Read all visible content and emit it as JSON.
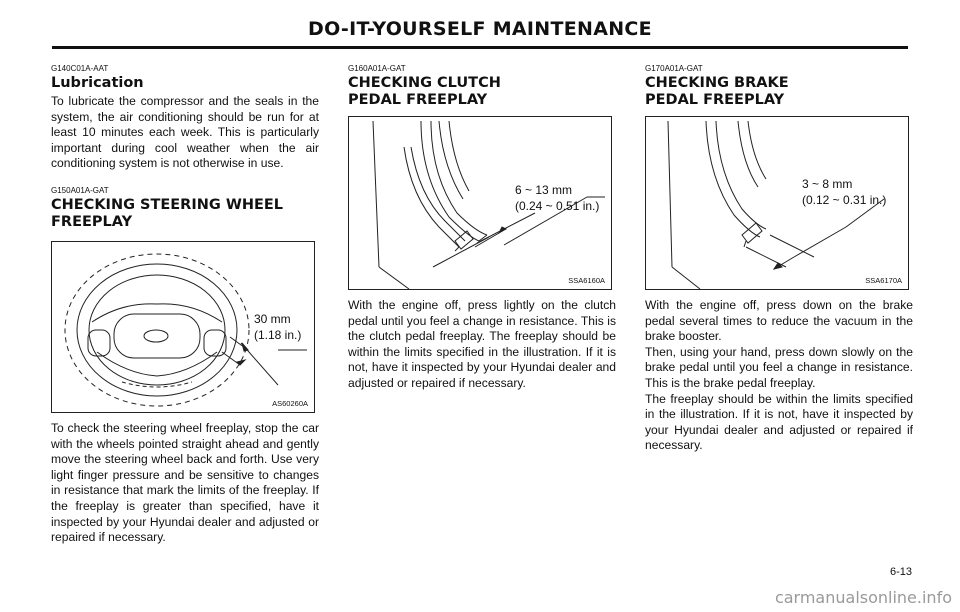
{
  "page": {
    "header": "DO-IT-YOURSELF MAINTENANCE",
    "page_number": "6-13",
    "watermark": "carmanualsonline.info"
  },
  "col1": {
    "lub_code": "G140C01A-AAT",
    "lub_title": "Lubrication",
    "lub_text": "To lubricate the compressor and the seals in the system, the air conditioning should be run for at least 10 minutes each week. This is particularly important during cool weather when the air conditioning system is not otherwise in use.",
    "steer_code": "G150A01A-GAT",
    "steer_title": "CHECKING STEERING WHEEL FREEPLAY",
    "steer_fig_dim1": "30 mm",
    "steer_fig_dim2": "(1.18 in.)",
    "steer_fig_ref": "AS60260A",
    "steer_text": "To check the steering wheel freeplay, stop the car with the wheels pointed straight ahead and gently move the steering wheel back and forth. Use very light finger pressure and be sensitive to changes in resistance that mark the limits of the freeplay. If the freeplay is greater than specified, have it inspected by your Hyundai dealer and adjusted or repaired if necessary."
  },
  "col2": {
    "code": "G160A01A-GAT",
    "title": "CHECKING CLUTCH PEDAL FREEPLAY",
    "fig_dim1": "6 ~ 13 mm",
    "fig_dim2": "(0.24 ~ 0.51 in.)",
    "fig_ref": "SSA6160A",
    "text": "With the engine off, press lightly on the clutch pedal until you feel a change in resistance. This is the clutch pedal freeplay. The freeplay should be within the limits specified in the illustration. If it is not, have it inspected by your Hyundai dealer and adjusted or repaired if necessary."
  },
  "col3": {
    "code": "G170A01A-GAT",
    "title": "CHECKING BRAKE PEDAL FREEPLAY",
    "fig_dim1": "3 ~ 8 mm",
    "fig_dim2": "(0.12 ~ 0.31 in.)",
    "fig_ref": "SSA6170A",
    "text1": "With the engine off, press down on the brake pedal several times to reduce the vacuum in the brake booster.",
    "text2": "Then, using your hand, press down slowly on the brake pedal until you feel a change in resistance. This is the brake pedal freeplay.",
    "text3": "The freeplay should be within the limits specified in the illustration. If it is not, have it inspected by your Hyundai dealer and adjusted or repaired if necessary."
  }
}
